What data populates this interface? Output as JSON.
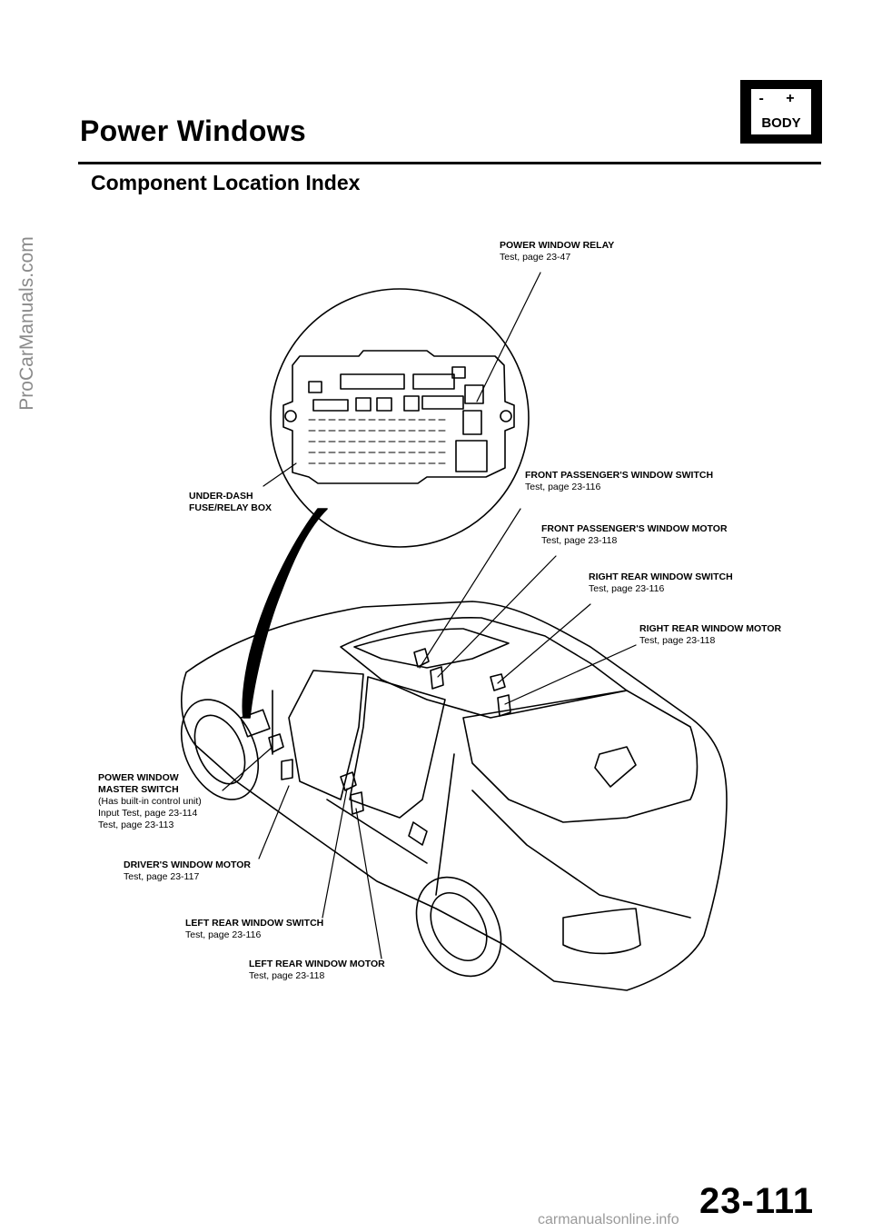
{
  "header": {
    "title": "Power Windows",
    "subtitle": "Component Location Index",
    "badge": {
      "symbols": "- +",
      "label": "BODY"
    }
  },
  "watermark": "ProCarManuals.com",
  "labels": {
    "relay": {
      "name": "POWER WINDOW RELAY",
      "test": "Test, page 23-47"
    },
    "fusebox": {
      "line1": "UNDER-DASH",
      "line2": "FUSE/RELAY BOX"
    },
    "front_pass_switch": {
      "name": "FRONT PASSENGER'S WINDOW SWITCH",
      "test": "Test, page 23-116"
    },
    "front_pass_motor": {
      "name": "FRONT PASSENGER'S WINDOW MOTOR",
      "test": "Test, page 23-118"
    },
    "right_rear_switch": {
      "name": "RIGHT REAR WINDOW SWITCH",
      "test": "Test, page 23-116"
    },
    "right_rear_motor": {
      "name": "RIGHT REAR WINDOW MOTOR",
      "test": "Test, page 23-118"
    },
    "master_switch": {
      "line1": "POWER WINDOW",
      "line2": "MASTER SWITCH",
      "line3": "(Has built-in control unit)",
      "line4": "Input Test, page 23-114",
      "line5": "Test, page 23-113"
    },
    "driver_motor": {
      "name": "DRIVER'S WINDOW MOTOR",
      "test": "Test, page 23-117"
    },
    "left_rear_switch": {
      "name": "LEFT REAR WINDOW SWITCH",
      "test": "Test, page 23-116"
    },
    "left_rear_motor": {
      "name": "LEFT REAR WINDOW MOTOR",
      "test": "Test, page 23-118"
    }
  },
  "page_number": "23-111",
  "footer": "carmanualsonline.info"
}
